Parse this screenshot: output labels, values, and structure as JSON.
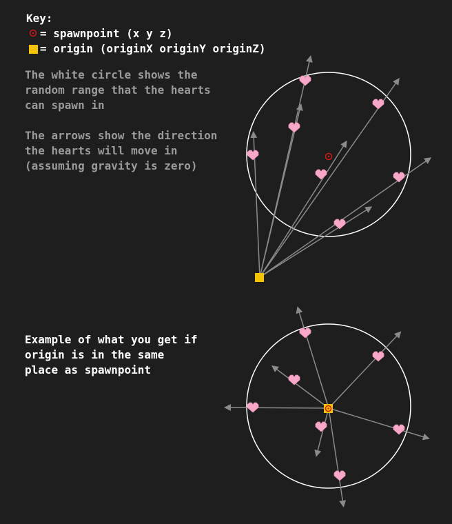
{
  "key": {
    "title": "Key:",
    "spawnpoint_label": "= spawnpoint (x y z)",
    "origin_label": "= origin (originX originY originZ)",
    "spawn_color": "#d01818",
    "origin_color": "#f5c400"
  },
  "notes": {
    "circle_line1": "The white circle shows the",
    "circle_line2": "random range that the hearts",
    "circle_line3": "can spawn in",
    "arrow_line1": "The arrows show the direction",
    "arrow_line2": "the hearts will move in",
    "arrow_line3": "(assuming gravity is zero)",
    "example_line1": "Example of what you get if",
    "example_line2": "origin is in the same",
    "example_line3": "place as spawnpoint"
  },
  "colors": {
    "background": "#1e1e1e",
    "heart": "#f7a8c8",
    "arrow": "#8a8a8a",
    "circle": "#ffffff"
  }
}
